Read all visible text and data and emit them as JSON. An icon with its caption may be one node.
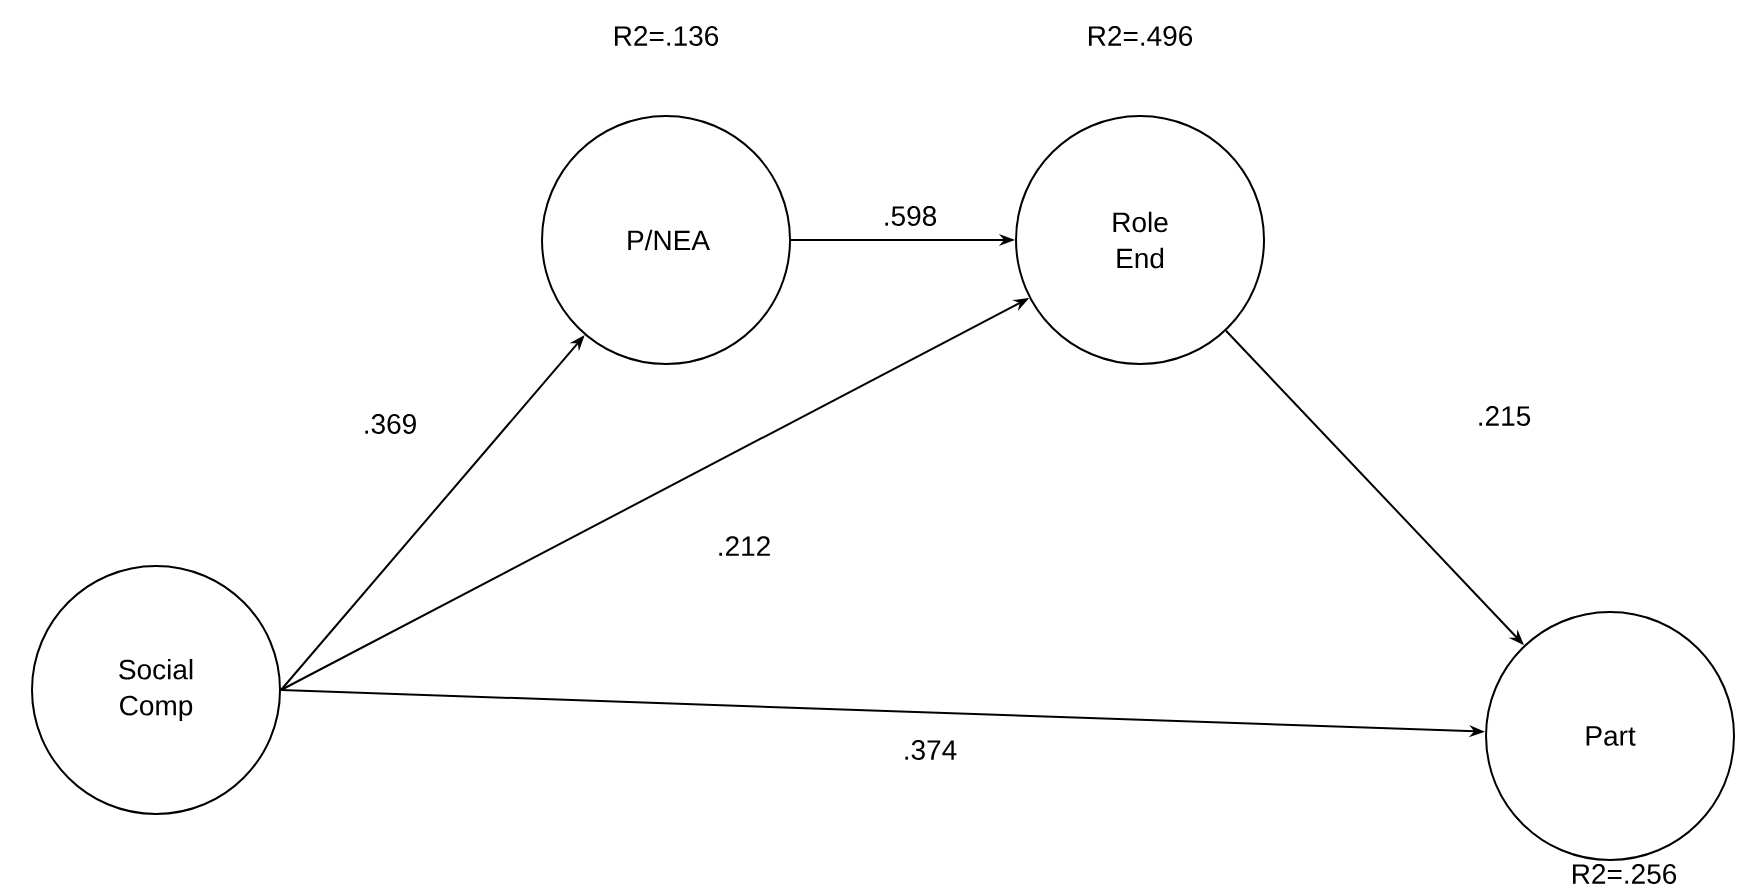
{
  "diagram": {
    "nodes": [
      {
        "text": [
          "Social Comp"
        ]
      },
      {
        "text": [
          "P/NEA"
        ],
        "beside": [
          "R2=.136"
        ]
      },
      {
        "text": [
          "Role End"
        ],
        "beside": [
          "R2=.496"
        ]
      },
      {
        "text": [
          "Part"
        ],
        "beside": [
          "R2=.256"
        ]
      }
    ],
    "edges": [
      {
        "from": 0,
        "to": 1,
        "arrow": "to",
        "label": ".369"
      },
      {
        "from": 1,
        "to": 2,
        "arrow": "to",
        "label": ".598"
      },
      {
        "from": 0,
        "to": 2,
        "arrow": "to",
        "label": ".212"
      },
      {
        "from": 2,
        "to": 3,
        "arrow": "to",
        "label": ".215"
      },
      {
        "from": 0,
        "to": 3,
        "arrow": "to",
        "label": ".374"
      }
    ]
  }
}
